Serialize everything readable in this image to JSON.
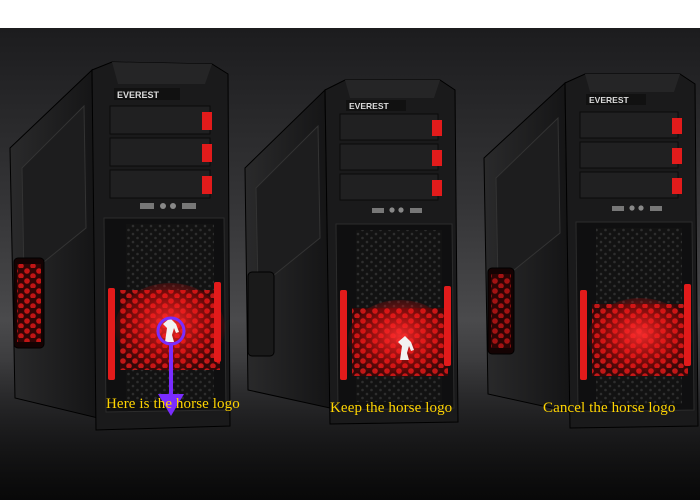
{
  "photo": {
    "brand_label": "EVEREST",
    "cases": [
      {
        "id": "case-1",
        "caption": "Here is the horse logo",
        "logo": "horse-logo",
        "highlighted": true
      },
      {
        "id": "case-2",
        "caption": "Keep the horse logo",
        "logo": "horse-logo",
        "highlighted": false
      },
      {
        "id": "case-3",
        "caption": "Cancel the horse logo",
        "logo": null,
        "highlighted": false
      }
    ],
    "colors": {
      "caption": "#ffd400",
      "case_body": "#1a1a1b",
      "accent_red": "#e21b1b",
      "annotation": "#7a2cff"
    }
  }
}
